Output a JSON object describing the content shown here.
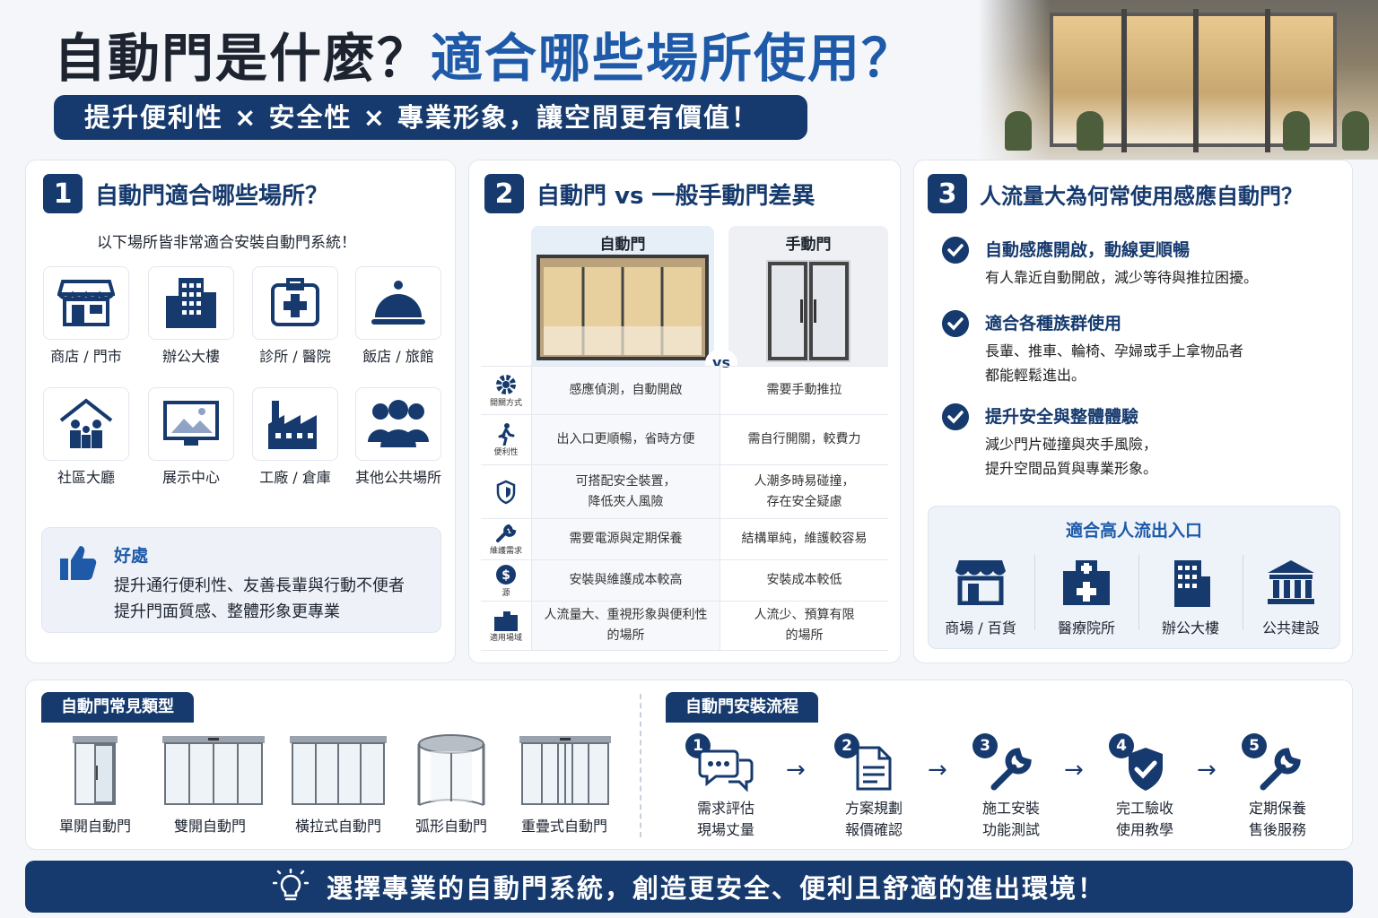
{
  "header": {
    "title_black": "自動門是什麼？",
    "title_blue": "適合哪些場所使用？",
    "subtitle": "提升便利性 × 安全性 × 專業形象，讓空間更有價值！"
  },
  "section1": {
    "number": "1",
    "title": "自動門適合哪些場所？",
    "intro": "以下場所皆非常適合安裝自動門系統！",
    "places": [
      {
        "label": "商店 / 門市",
        "icon": "store-icon"
      },
      {
        "label": "辦公大樓",
        "icon": "office-building-icon"
      },
      {
        "label": "診所 / 醫院",
        "icon": "medical-cross-icon"
      },
      {
        "label": "飯店 / 旅館",
        "icon": "hotel-bell-icon"
      },
      {
        "label": "社區大廳",
        "icon": "community-house-icon"
      },
      {
        "label": "展示中心",
        "icon": "display-screen-icon"
      },
      {
        "label": "工廠 / 倉庫",
        "icon": "factory-icon"
      },
      {
        "label": "其他公共場所",
        "icon": "people-group-icon"
      }
    ],
    "benefit_title": "好處",
    "benefit_lines": [
      "提升通行便利性、友善長輩與行動不便者",
      "提升門面質感、整體形象更專業"
    ]
  },
  "section2": {
    "number": "2",
    "title": "自動門 vs 一般手動門差異",
    "col_auto": "自動門",
    "col_manual": "手動門",
    "vs": "vs",
    "rows": [
      {
        "label": "開關方式",
        "auto": "感應偵測，自動開啟",
        "manual": "需要手動推拉"
      },
      {
        "label": "便利性",
        "auto": "出入口更順暢，省時方便",
        "manual": "需自行開關，較費力"
      },
      {
        "label": "",
        "auto1": "可搭配安全裝置，",
        "auto2": "降低夾人風險",
        "manual1": "人潮多時易碰撞，",
        "manual2": "存在安全疑慮"
      },
      {
        "label": "維護需求",
        "auto": "需要電源與定期保養",
        "manual": "結構單純，維護較容易"
      },
      {
        "label": "源",
        "auto": "安裝與維護成本較高",
        "manual": "安裝成本較低"
      },
      {
        "label": "適用場域",
        "auto1": "人流量大、重視形象與便利性",
        "auto2": "的場所",
        "manual1": "人流少、預算有限",
        "manual2": "的場所"
      }
    ]
  },
  "section3": {
    "number": "3",
    "title": "人流量大為何常使用感應自動門？",
    "items": [
      {
        "title": "自動感應開啟，動線更順暢",
        "desc1": "有人靠近自動開啟，減少等待與推拉困擾。",
        "desc2": ""
      },
      {
        "title": "適合各種族群使用",
        "desc1": "長輩、推車、輪椅、孕婦或手上拿物品者",
        "desc2": "都能輕鬆進出。"
      },
      {
        "title": "提升安全與整體體驗",
        "desc1": "減少門片碰撞與夾手風險，",
        "desc2": "提升空間品質與專業形象。"
      }
    ],
    "box_title": "適合高人流出入口",
    "box_places": [
      {
        "label": "商場 / 百貨",
        "icon": "mall-icon"
      },
      {
        "label": "醫療院所",
        "icon": "hospital-icon"
      },
      {
        "label": "辦公大樓",
        "icon": "office-tower-icon"
      },
      {
        "label": "公共建設",
        "icon": "public-building-icon"
      }
    ]
  },
  "types": {
    "tag": "自動門常見類型",
    "items": [
      "單開自動門",
      "雙開自動門",
      "橫拉式自動門",
      "弧形自動門",
      "重疊式自動門"
    ]
  },
  "process": {
    "tag": "自動門安裝流程",
    "steps": [
      {
        "num": "1",
        "line1": "需求評估",
        "line2": "現場丈量"
      },
      {
        "num": "2",
        "line1": "方案規劃",
        "line2": "報價確認"
      },
      {
        "num": "3",
        "line1": "施工安裝",
        "line2": "功能測試"
      },
      {
        "num": "4",
        "line1": "完工驗收",
        "line2": "使用教學"
      },
      {
        "num": "5",
        "line1": "定期保養",
        "line2": "售後服務"
      }
    ],
    "arrow": "→"
  },
  "footer": {
    "text": "選擇專業的自動門系統，創造更安全、便利且舒適的進出環境！"
  },
  "colors": {
    "navy": "#163a6e",
    "blue": "#1e5aa8"
  }
}
